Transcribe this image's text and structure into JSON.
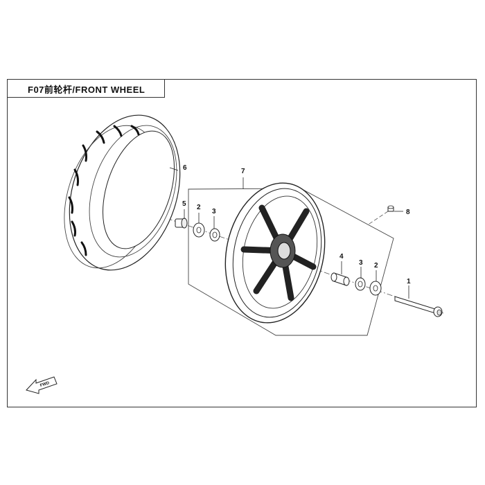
{
  "title": "F07前轮杆/FRONT  WHEEL",
  "direction_badge": "FWD",
  "callouts": {
    "axle": "1",
    "washer_left": "2",
    "seal_left": "3",
    "spacer": "4",
    "bearing_collar": "5",
    "tire": "6",
    "rim": "7",
    "valve": "8",
    "seal_right": "3",
    "washer_right": "2"
  }
}
